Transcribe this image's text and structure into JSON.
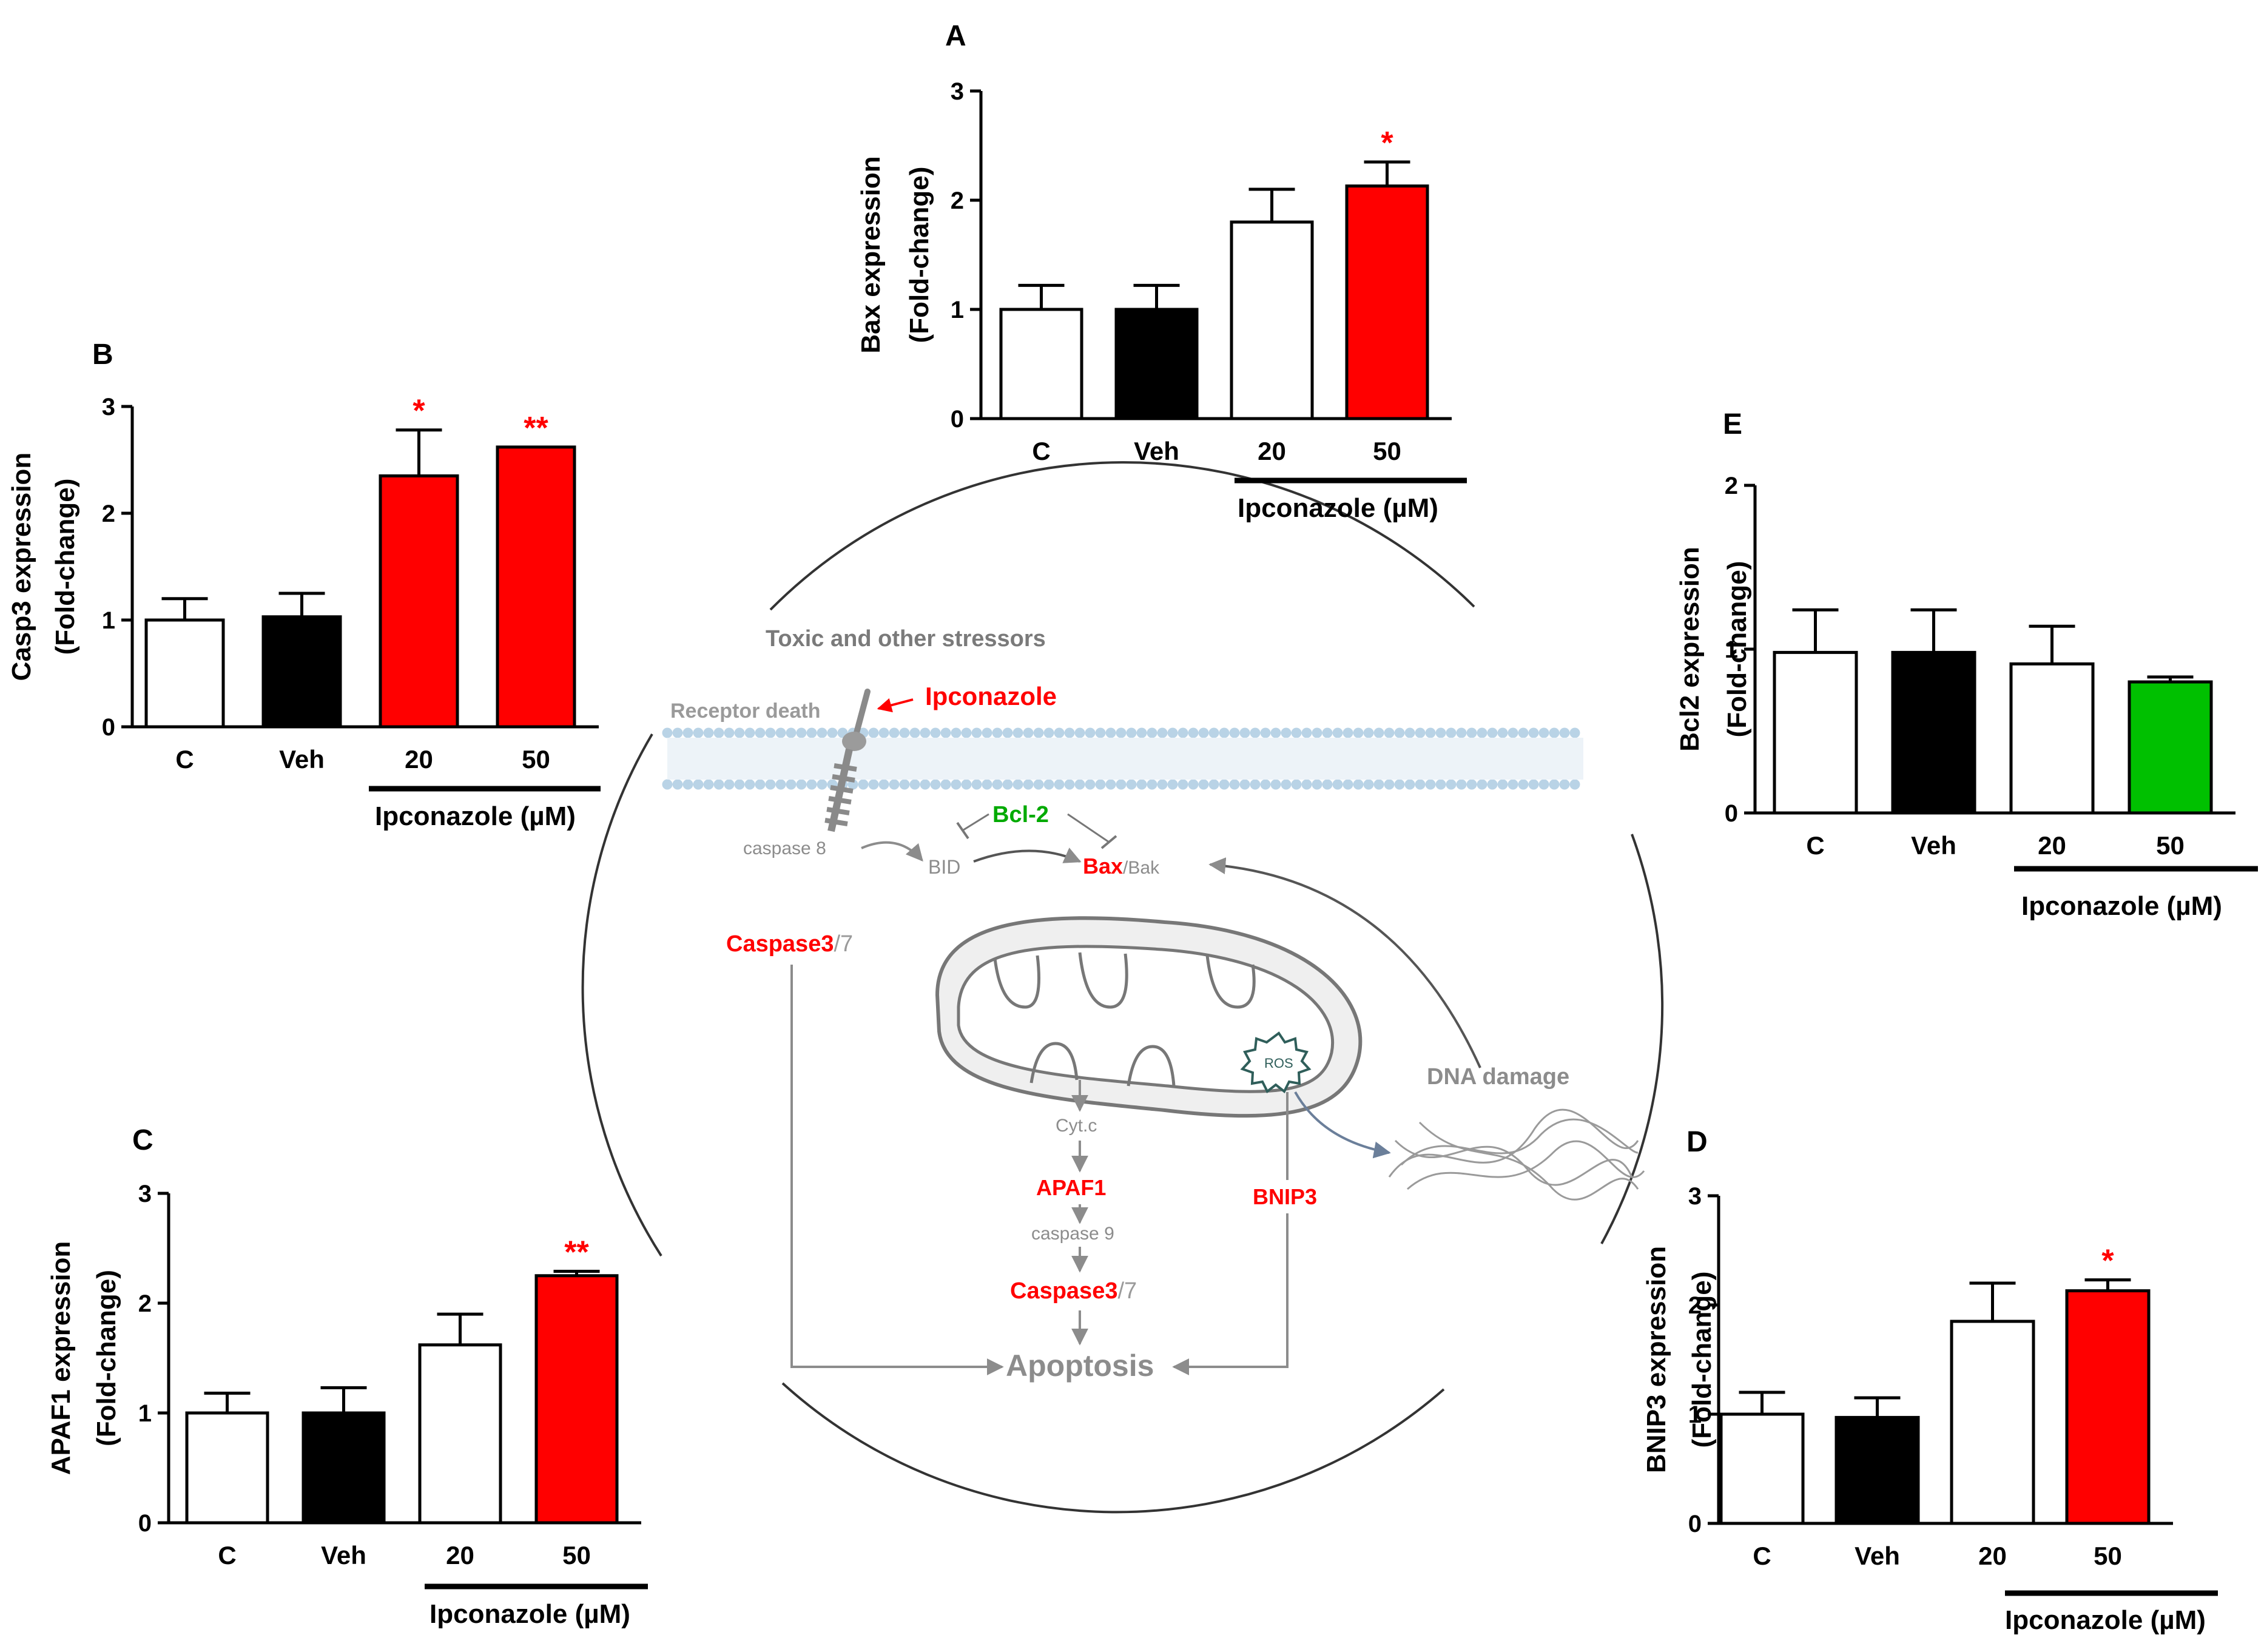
{
  "colors": {
    "white_bar": "#ffffff",
    "black_bar": "#000000",
    "red_bar": "#ff0000",
    "green_bar": "#00c000",
    "star": "#ff0000",
    "grey_text": "#7f7f7f",
    "membrane": "#b9d3e6"
  },
  "chart_data": [
    {
      "panel": "A",
      "type": "bar",
      "ylabel_line1": "Bax expression",
      "ylabel_line2": "(Fold-change)",
      "categories": [
        "C",
        "Veh",
        "20",
        "50"
      ],
      "values": [
        1.0,
        1.0,
        1.8,
        2.13
      ],
      "errors": [
        0.22,
        0.22,
        0.3,
        0.22
      ],
      "fills": [
        "white",
        "black",
        "white",
        "red"
      ],
      "significance": [
        "",
        "",
        "",
        "*"
      ],
      "ylim": [
        0,
        3
      ],
      "yticks": [
        "0",
        "1",
        "2",
        "3"
      ],
      "group_label": "Ipconazole (µM)"
    },
    {
      "panel": "B",
      "type": "bar",
      "ylabel_line1": "Casp3 expression",
      "ylabel_line2": "(Fold-change)",
      "categories": [
        "C",
        "Veh",
        "20",
        "50"
      ],
      "values": [
        1.0,
        1.03,
        2.35,
        2.62
      ],
      "errors": [
        0.2,
        0.22,
        0.43,
        0.0
      ],
      "fills": [
        "white",
        "black",
        "red",
        "red"
      ],
      "significance": [
        "",
        "",
        "*",
        "**"
      ],
      "ylim": [
        0,
        3
      ],
      "yticks": [
        "0",
        "1",
        "2",
        "3"
      ],
      "group_label": "Ipconazole (µM)"
    },
    {
      "panel": "C",
      "type": "bar",
      "ylabel_line1": "APAF1 expression",
      "ylabel_line2": "(Fold-change)",
      "categories": [
        "C",
        "Veh",
        "20",
        "50"
      ],
      "values": [
        1.0,
        1.0,
        1.62,
        2.25
      ],
      "errors": [
        0.18,
        0.23,
        0.28,
        0.04
      ],
      "fills": [
        "white",
        "black",
        "white",
        "red"
      ],
      "significance": [
        "",
        "",
        "",
        "**"
      ],
      "ylim": [
        0,
        3
      ],
      "yticks": [
        "0",
        "1",
        "2",
        "3"
      ],
      "group_label": "Ipconazole (µM)"
    },
    {
      "panel": "D",
      "type": "bar",
      "ylabel_line1": "BNIP3 expression",
      "ylabel_line2": "(Fold-change)",
      "categories": [
        "C",
        "Veh",
        "20",
        "50"
      ],
      "values": [
        1.0,
        0.97,
        1.85,
        2.13
      ],
      "errors": [
        0.2,
        0.18,
        0.35,
        0.1
      ],
      "fills": [
        "white",
        "black",
        "white",
        "red"
      ],
      "significance": [
        "",
        "",
        "",
        "*"
      ],
      "ylim": [
        0,
        3
      ],
      "yticks": [
        "0",
        "1",
        "2",
        "3"
      ],
      "group_label": "Ipconazole (µM)"
    },
    {
      "panel": "E",
      "type": "bar",
      "ylabel_line1": "Bcl2 expression",
      "ylabel_line2": "(Fold-change)",
      "categories": [
        "C",
        "Veh",
        "20",
        "50"
      ],
      "values": [
        0.98,
        0.98,
        0.91,
        0.8
      ],
      "errors": [
        0.26,
        0.26,
        0.23,
        0.03
      ],
      "fills": [
        "white",
        "black",
        "white",
        "green"
      ],
      "significance": [
        "",
        "",
        "",
        ""
      ],
      "ylim": [
        0,
        2
      ],
      "yticks": [
        "0",
        "1",
        "2"
      ],
      "group_label": "Ipconazole (µM)"
    }
  ],
  "diagram": {
    "stressors": "Toxic and other stressors",
    "receptor": "Receptor death",
    "ipconazole": "Ipconazole",
    "bcl2": "Bcl-2",
    "caspase8": "caspase 8",
    "bid": "BID",
    "bax": "Bax",
    "bak": "/Bak",
    "caspase37_a_red": "Caspase3",
    "caspase37_a_grey": "/7",
    "ros": "ROS",
    "dna_damage": "DNA damage",
    "cytc": "Cyt.c",
    "apaf1": "APAF1",
    "caspase9": "caspase 9",
    "caspase37_b_red": "Caspase3",
    "caspase37_b_grey": "/7",
    "bnip3": "BNIP3",
    "apoptosis": "Apoptosis"
  }
}
